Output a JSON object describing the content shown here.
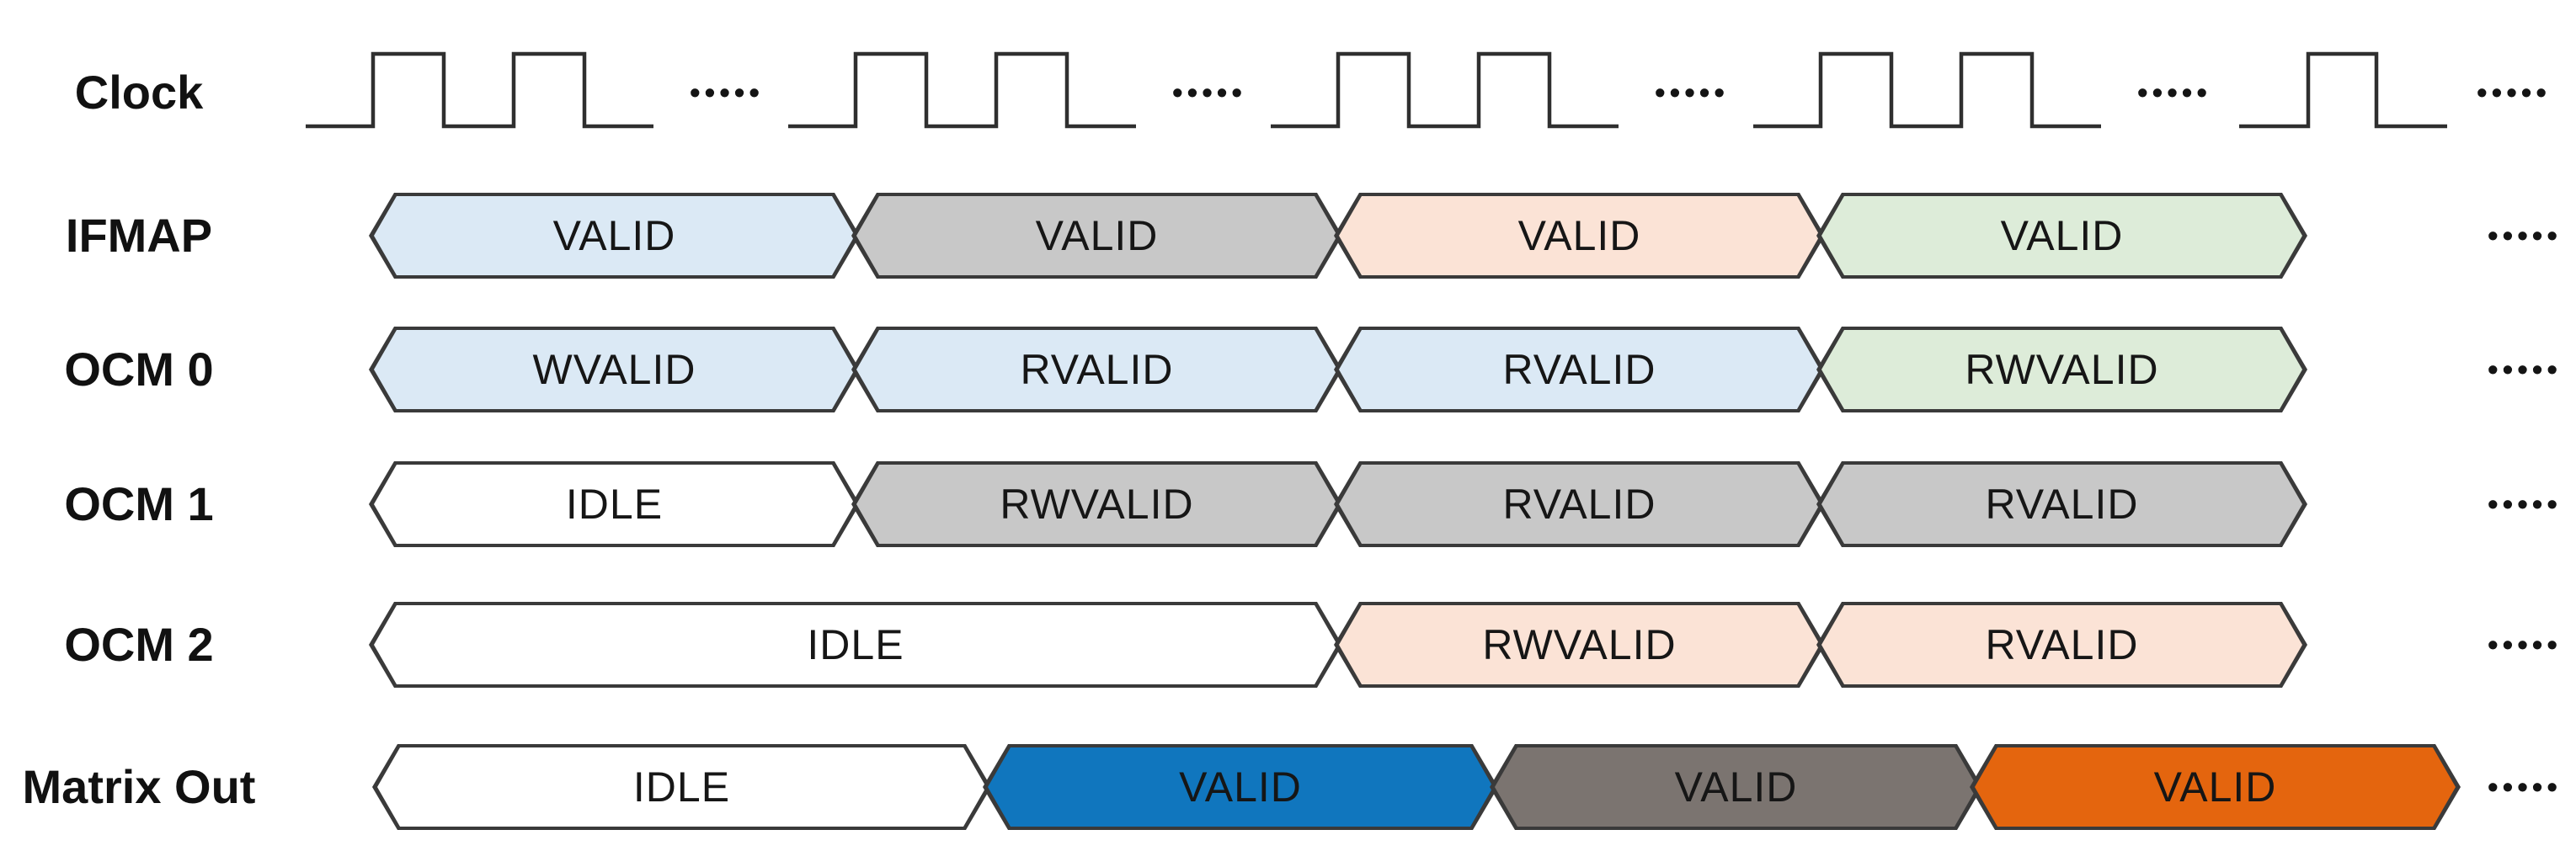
{
  "diagram": {
    "colors": {
      "light_blue": "#dbe9f5",
      "gray": "#c8c8c8",
      "peach": "#fbe3d6",
      "green": "#ddecd9",
      "white": "#ffffff",
      "strong_blue": "#1076be",
      "dark_gray": "#7b7470",
      "orange": "#e4650e",
      "line": "#2f2f2f",
      "text": "#161616"
    },
    "clock_row": {
      "label": "Clock",
      "pulse_groups": [
        2,
        2,
        2,
        2,
        1
      ],
      "ellipsis": "•••••"
    },
    "rows": [
      {
        "label": "IFMAP",
        "ellipsis": "•••••",
        "segments": [
          {
            "label": "VALID",
            "color": "light_blue",
            "span": 1
          },
          {
            "label": "VALID",
            "color": "gray",
            "span": 1
          },
          {
            "label": "VALID",
            "color": "peach",
            "span": 1
          },
          {
            "label": "VALID",
            "color": "green",
            "span": 1
          }
        ]
      },
      {
        "label": "OCM 0",
        "ellipsis": "•••••",
        "segments": [
          {
            "label": "WVALID",
            "color": "light_blue",
            "span": 1
          },
          {
            "label": "RVALID",
            "color": "light_blue",
            "span": 1
          },
          {
            "label": "RVALID",
            "color": "light_blue",
            "span": 1
          },
          {
            "label": "RWVALID",
            "color": "green",
            "span": 1
          }
        ]
      },
      {
        "label": "OCM 1",
        "ellipsis": "•••••",
        "segments": [
          {
            "label": "IDLE",
            "color": "white",
            "span": 1
          },
          {
            "label": "RWVALID",
            "color": "gray",
            "span": 1
          },
          {
            "label": "RVALID",
            "color": "gray",
            "span": 1
          },
          {
            "label": "RVALID",
            "color": "gray",
            "span": 1
          }
        ]
      },
      {
        "label": "OCM 2",
        "ellipsis": "•••••",
        "segments": [
          {
            "label": "IDLE",
            "color": "white",
            "span": 2
          },
          {
            "label": "RWVALID",
            "color": "peach",
            "span": 1
          },
          {
            "label": "RVALID",
            "color": "peach",
            "span": 1
          }
        ]
      },
      {
        "label": "Matrix Out",
        "ellipsis": "•••••",
        "segments": [
          {
            "label": "IDLE",
            "color": "white",
            "span": 1
          },
          {
            "label": "VALID",
            "color": "strong_blue",
            "span": 1
          },
          {
            "label": "VALID",
            "color": "dark_gray",
            "span": 1
          },
          {
            "label": "VALID",
            "color": "orange",
            "span": 1
          }
        ]
      }
    ]
  }
}
